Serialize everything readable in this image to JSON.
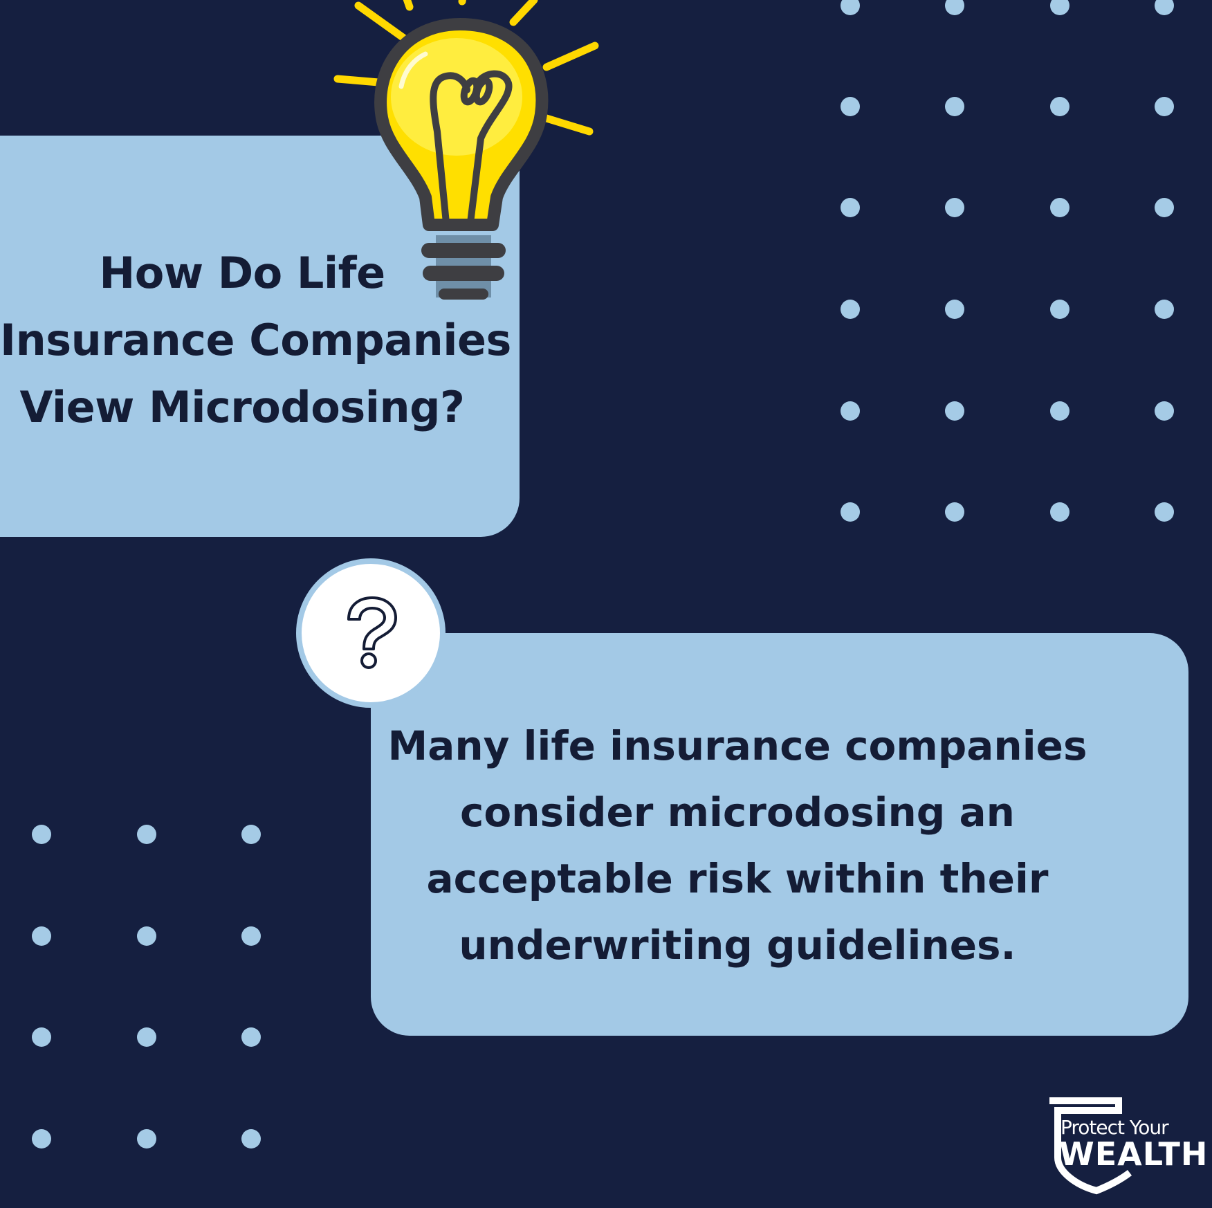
{
  "heading": {
    "lines": [
      "How Do Life",
      "Insurance Companies",
      "View Microdosing?"
    ]
  },
  "answer": {
    "lines": [
      "Many life insurance companies",
      "consider microdosing an",
      "acceptable risk within their",
      "underwriting guidelines."
    ]
  },
  "icons": {
    "lightbulb": "lightbulb-icon",
    "question": "question-mark-icon"
  },
  "logo": {
    "line1": "Protect Your",
    "line2": "WEALTH"
  },
  "colors": {
    "background": "#151f40",
    "card": "#a3c9e6",
    "dots": "#a5cbe6",
    "text": "#141c35",
    "bulb_yellow": "#ffe000"
  }
}
